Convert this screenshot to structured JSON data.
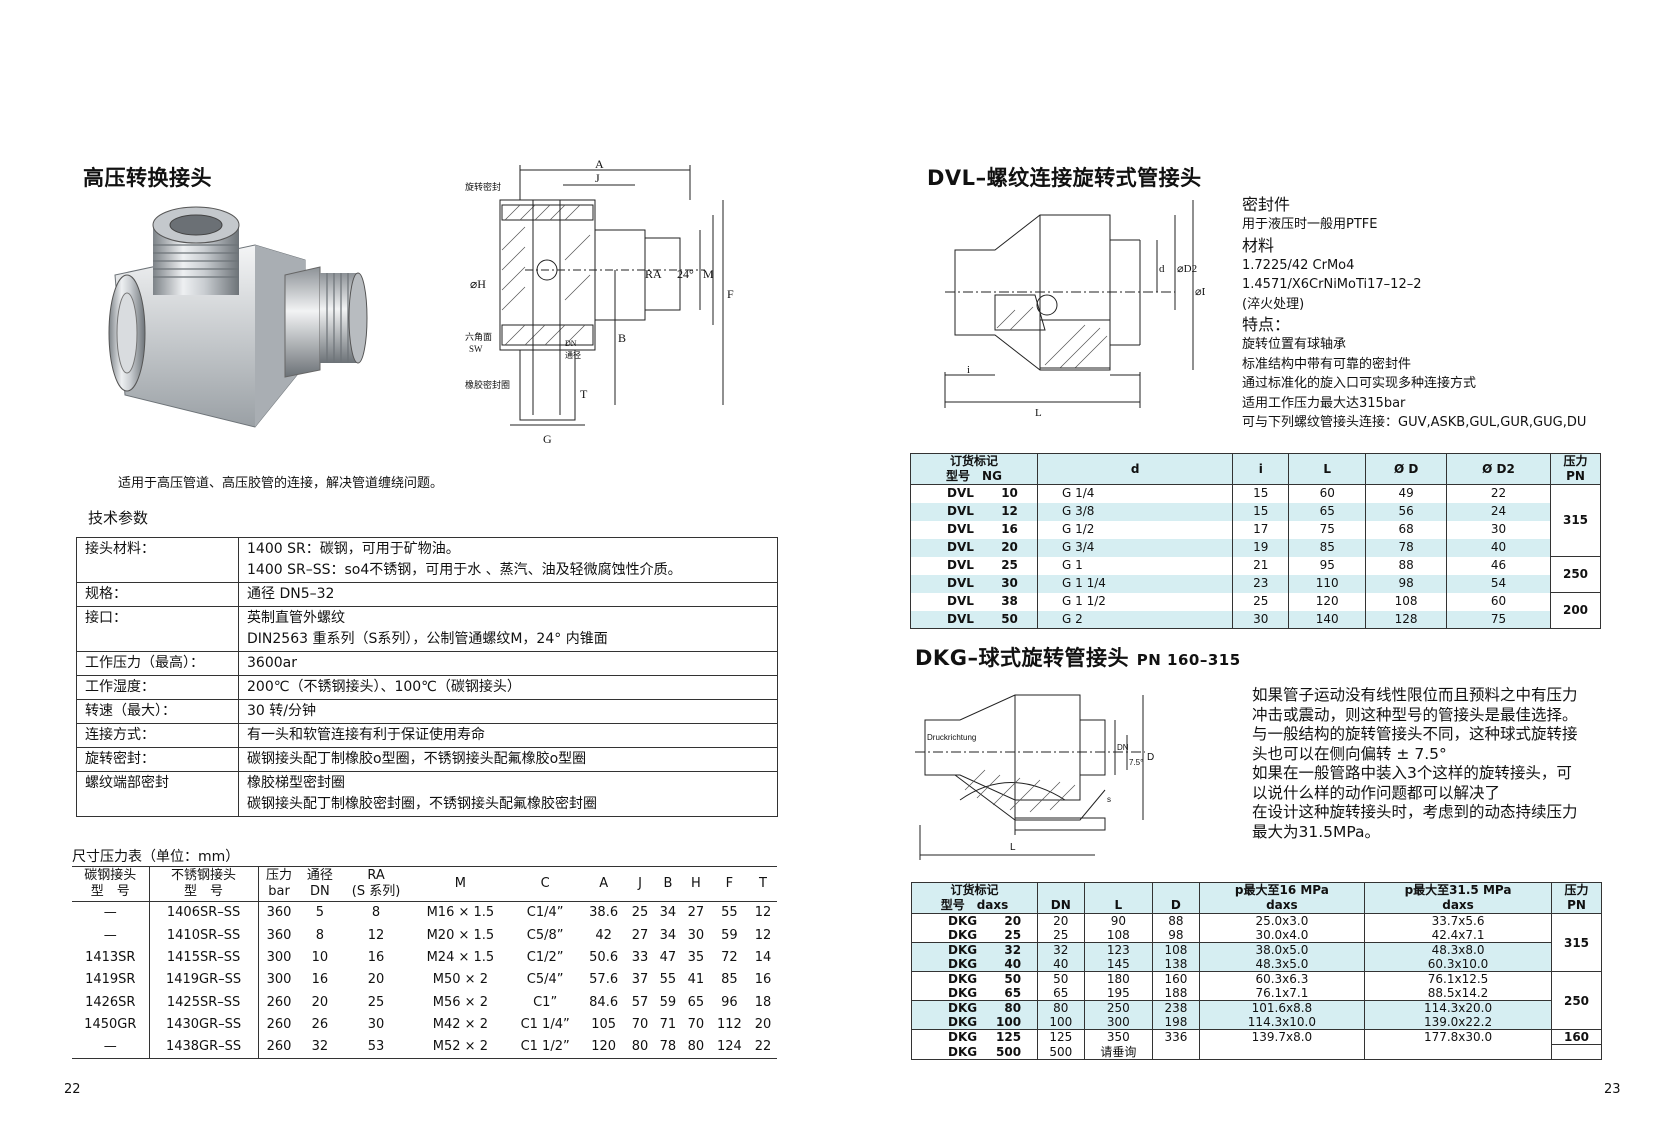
{
  "left_page": {
    "title": "高压转换接头",
    "caption": "适用于高压管道、高压胶管的连接，解决管道缠绕问题。",
    "section_title": "技术参数",
    "drawing_labels": {
      "A": "A",
      "J": "J",
      "B": "B",
      "G": "G",
      "T": "T",
      "H": "⌀H",
      "RA": "RA",
      "angle": "24°",
      "M": "M",
      "F": "F",
      "DN": "DN",
      "rotary_seal": "旋转密封",
      "hex_line1": "六角面",
      "hex_line2": "SW",
      "rubber_seal": "橡胶密封圈",
      "bore": "通径"
    },
    "spec_rows": [
      {
        "key": "接头材料：",
        "lines": [
          "1400 SR：碳钢，可用于矿物油。",
          "1400 SR–SS：so4不锈钢，可用于水 、蒸汽、油及轻微腐蚀性介质。"
        ]
      },
      {
        "key": "规格：",
        "lines": [
          "通径 DN5–32"
        ]
      },
      {
        "key": "接口：",
        "lines": [
          "英制直管外螺纹",
          "DIN2563 重系列（S系列），公制管通螺纹M，24° 内锥面"
        ]
      },
      {
        "key": "工作压力（最高）：",
        "lines": [
          "3600ar"
        ]
      },
      {
        "key": "工作湿度：",
        "lines": [
          "200℃（不锈钢接头）、100℃（碳钢接头）"
        ]
      },
      {
        "key": "转速（最大）：",
        "lines": [
          "30 转/分钟"
        ]
      },
      {
        "key": "连接方式：",
        "lines": [
          "有一头和软管连接有利于保证使用寿命"
        ]
      },
      {
        "key": "旋转密封：",
        "lines": [
          "碳钢接头配丁制橡胶o型圈，不锈钢接头配氟橡胶o型圈"
        ]
      },
      {
        "key": "螺纹端部密封",
        "lines": [
          "橡胶梯型密封圈",
          "碳钢接头配丁制橡胶密封圈，不锈钢接头配氟橡胶密封圈"
        ]
      }
    ],
    "dim_title": "尺寸压力表（单位：mm）",
    "dim_headers": {
      "c1a": "碳钢接头",
      "c1b": "型　号",
      "c2a": "不锈钢接头",
      "c2b": "型　号",
      "c3a": "压力",
      "c3b": "bar",
      "c4a": "通径",
      "c4b": "DN",
      "c5a": "RA",
      "c5b": "(S 系列)",
      "M": "M",
      "C": "C",
      "A": "A",
      "J": "J",
      "B": "B",
      "H": "H",
      "F": "F",
      "T": "T"
    },
    "dim_rows": [
      [
        "—",
        "1406SR–SS",
        "360",
        "5",
        "8",
        "M16 × 1.5",
        "C1/4”",
        "38.6",
        "25",
        "34",
        "27",
        "55",
        "12"
      ],
      [
        "—",
        "1410SR–SS",
        "360",
        "8",
        "12",
        "M20 × 1.5",
        "C5/8”",
        "42",
        "27",
        "34",
        "30",
        "59",
        "12"
      ],
      [
        "1413SR",
        "1415SR–SS",
        "300",
        "10",
        "16",
        "M24 × 1.5",
        "C1/2”",
        "50.6",
        "33",
        "47",
        "35",
        "72",
        "14"
      ],
      [
        "1419SR",
        "1419GR–SS",
        "300",
        "16",
        "20",
        "M50 × 2",
        "C5/4”",
        "57.6",
        "37",
        "55",
        "41",
        "85",
        "16"
      ],
      [
        "1426SR",
        "1425SR–SS",
        "260",
        "20",
        "25",
        "M56 × 2",
        "C1”",
        "84.6",
        "57",
        "59",
        "65",
        "96",
        "18"
      ],
      [
        "1450GR",
        "1430GR–SS",
        "260",
        "26",
        "30",
        "M42 × 2",
        "C1 1/4”",
        "105",
        "70",
        "71",
        "70",
        "112",
        "20"
      ],
      [
        "—",
        "1438GR–SS",
        "260",
        "32",
        "53",
        "M52 × 2",
        "C1 1/2”",
        "120",
        "80",
        "78",
        "80",
        "124",
        "22"
      ]
    ],
    "page_number": "22"
  },
  "right_page": {
    "dvl_title": "DVL–螺纹连接旋转式管接头",
    "dvl_drawing_labels": {
      "d": "d",
      "D2": "⌀D2",
      "D": "⌀D",
      "i": "i",
      "L": "L"
    },
    "features": [
      {
        "text": "密封件",
        "heading": true
      },
      {
        "text": "用于液压时一般用PTFE",
        "heading": false
      },
      {
        "text": "材料",
        "heading": true
      },
      {
        "text": "1.7225/42 CrMo4",
        "heading": false
      },
      {
        "text": "1.4571/X6CrNiMoTi17–12–2",
        "heading": false
      },
      {
        "text": "(淬火处理)",
        "heading": false
      },
      {
        "text": "特点：",
        "heading": true
      },
      {
        "text": "旋转位置有球轴承",
        "heading": false
      },
      {
        "text": "标准结构中带有可靠的密封件",
        "heading": false
      },
      {
        "text": "通过标准化的旋入口可实现多种连接方式",
        "heading": false
      },
      {
        "text": "适用工作压力最大达315bar",
        "heading": false
      },
      {
        "text": "可与下列螺纹管接头连接：GUV,ASKB,GUL,GUR,GUG,DU",
        "heading": false
      }
    ],
    "dvl_headers": {
      "order_a": "订货标记",
      "order_b": "型号　NG",
      "d": "d",
      "i": "i",
      "L": "L",
      "D": "Ø D",
      "D2": "Ø D2",
      "pn_a": "压力",
      "pn_b": "PN"
    },
    "dvl_rows": [
      [
        "DVL",
        "10",
        "G  1/4",
        "15",
        "60",
        "49",
        "22"
      ],
      [
        "DVL",
        "12",
        "G  3/8",
        "15",
        "65",
        "56",
        "24"
      ],
      [
        "DVL",
        "16",
        "G  1/2",
        "17",
        "75",
        "68",
        "30"
      ],
      [
        "DVL",
        "20",
        "G  3/4",
        "19",
        "85",
        "78",
        "40"
      ],
      [
        "DVL",
        "25",
        "G  1",
        "21",
        "95",
        "88",
        "46"
      ],
      [
        "DVL",
        "30",
        "G  1 1/4",
        "23",
        "110",
        "98",
        "54"
      ],
      [
        "DVL",
        "38",
        "G  1 1/2",
        "25",
        "120",
        "108",
        "60"
      ],
      [
        "DVL",
        "50",
        "G  2",
        "30",
        "140",
        "128",
        "75"
      ]
    ],
    "dvl_pn": [
      "315",
      "250",
      "200"
    ],
    "dkg_title": "DKG–球式旋转管接头",
    "dkg_pn_title": "PN 160–315",
    "dkg_drawing_labels": {
      "press": "Druckrichtung",
      "s": "s",
      "DN": "DN",
      "angle": "7.5°",
      "D": "D",
      "L": "L"
    },
    "dkg_text": [
      "如果管子运动没有线性限位而且预料之中有压力",
      "冲击或震动，则这种型号的管接头是最佳选择。",
      "与一般结构的旋转管接头不同，这种球式旋转接",
      "头也可以在侧向偏转 ± 7.5°",
      "如果在一般管路中装入3个这样的旋转接头，可",
      "以说什么样的动作问题都可以解决了",
      "在设计这种旋转接头时，考虑到的动态持续压力",
      "最大为31.5MPa。"
    ],
    "dkg_headers": {
      "order_a": "订货标记",
      "order_b": "型号　daxs",
      "DN": "DN",
      "L": "L",
      "D": "D",
      "p16_a": "p最大至16 MPa",
      "p16_b": "daxs",
      "p315_a": "p最大至31.5 MPa",
      "p315_b": "daxs",
      "pn_a": "压力",
      "pn_b": "PN"
    },
    "dkg_rows": [
      [
        "DKG",
        "20",
        "20",
        "90",
        "88",
        "25.0x3.0",
        "33.7x5.6"
      ],
      [
        "DKG",
        "25",
        "25",
        "108",
        "98",
        "30.0x4.0",
        "42.4x7.1"
      ],
      [
        "DKG",
        "32",
        "32",
        "123",
        "108",
        "38.0x5.0",
        "48.3x8.0"
      ],
      [
        "DKG",
        "40",
        "40",
        "145",
        "138",
        "48.3x5.0",
        "60.3x10.0"
      ],
      [
        "DKG",
        "50",
        "50",
        "180",
        "160",
        "60.3x6.3",
        "76.1x12.5"
      ],
      [
        "DKG",
        "65",
        "65",
        "195",
        "188",
        "76.1x7.1",
        "88.5x14.2"
      ],
      [
        "DKG",
        "80",
        "80",
        "250",
        "238",
        "101.6x8.8",
        "114.3x20.0"
      ],
      [
        "DKG",
        "100",
        "100",
        "300",
        "198",
        "114.3x10.0",
        "139.0x22.2"
      ],
      [
        "DKG",
        "125",
        "125",
        "350",
        "336",
        "139.7x8.0",
        "177.8x30.0"
      ],
      [
        "DKG",
        "500",
        "500",
        "请垂询",
        "",
        "",
        ""
      ]
    ],
    "dkg_pn": [
      "315",
      "250",
      "160"
    ],
    "page_number": "23"
  },
  "colors": {
    "table_band": "#d6eef2",
    "line": "#333333",
    "metal_light": "#e6e8ea",
    "metal_dark": "#8a8f94"
  }
}
